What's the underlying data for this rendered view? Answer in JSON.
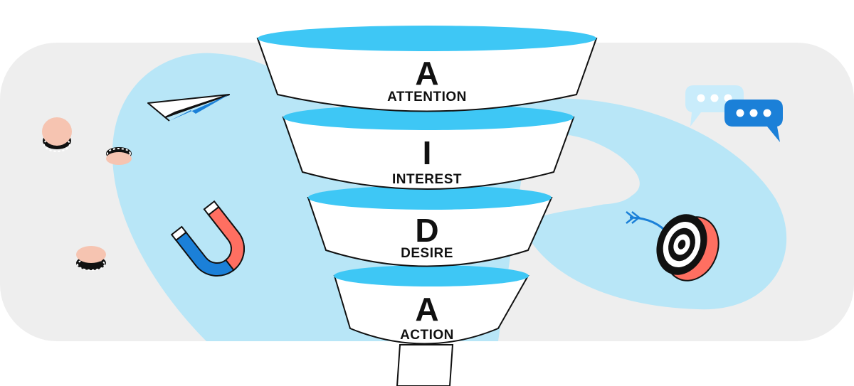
{
  "funnel": {
    "stages": [
      {
        "letter": "A",
        "label": "ATTENTION"
      },
      {
        "letter": "I",
        "label": "INTEREST"
      },
      {
        "letter": "D",
        "label": "DESIRE"
      },
      {
        "letter": "A",
        "label": "ACTION"
      }
    ]
  },
  "colors": {
    "panel_background": "#eeeeee",
    "blob": "#b8e6f7",
    "funnel_rim": "#3ec7f5",
    "funnel_body": "#ffffff",
    "outline": "#111111",
    "coin": "#f6c4b1",
    "magnet_red": "#ff6f61",
    "magnet_blue": "#1b80d8",
    "target_red": "#ff6f61",
    "chat_light": "#c9ecfb",
    "chat_dark": "#1b80d8"
  },
  "icons": [
    "paper-plane-icon",
    "coin-icon",
    "magnet-icon",
    "target-icon",
    "arrow-icon",
    "chat-bubble-icon"
  ]
}
